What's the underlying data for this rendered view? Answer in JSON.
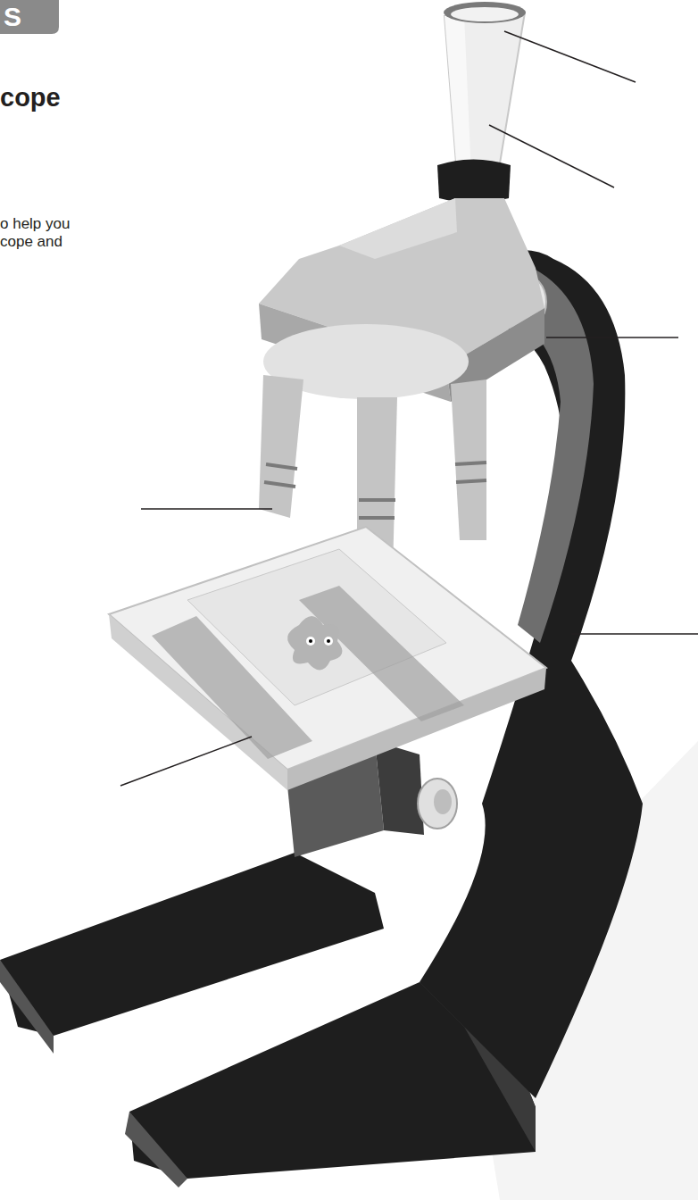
{
  "diagram": {
    "labels": [
      "S",
      "cope",
      "o help you",
      "cope and"
    ]
  }
}
